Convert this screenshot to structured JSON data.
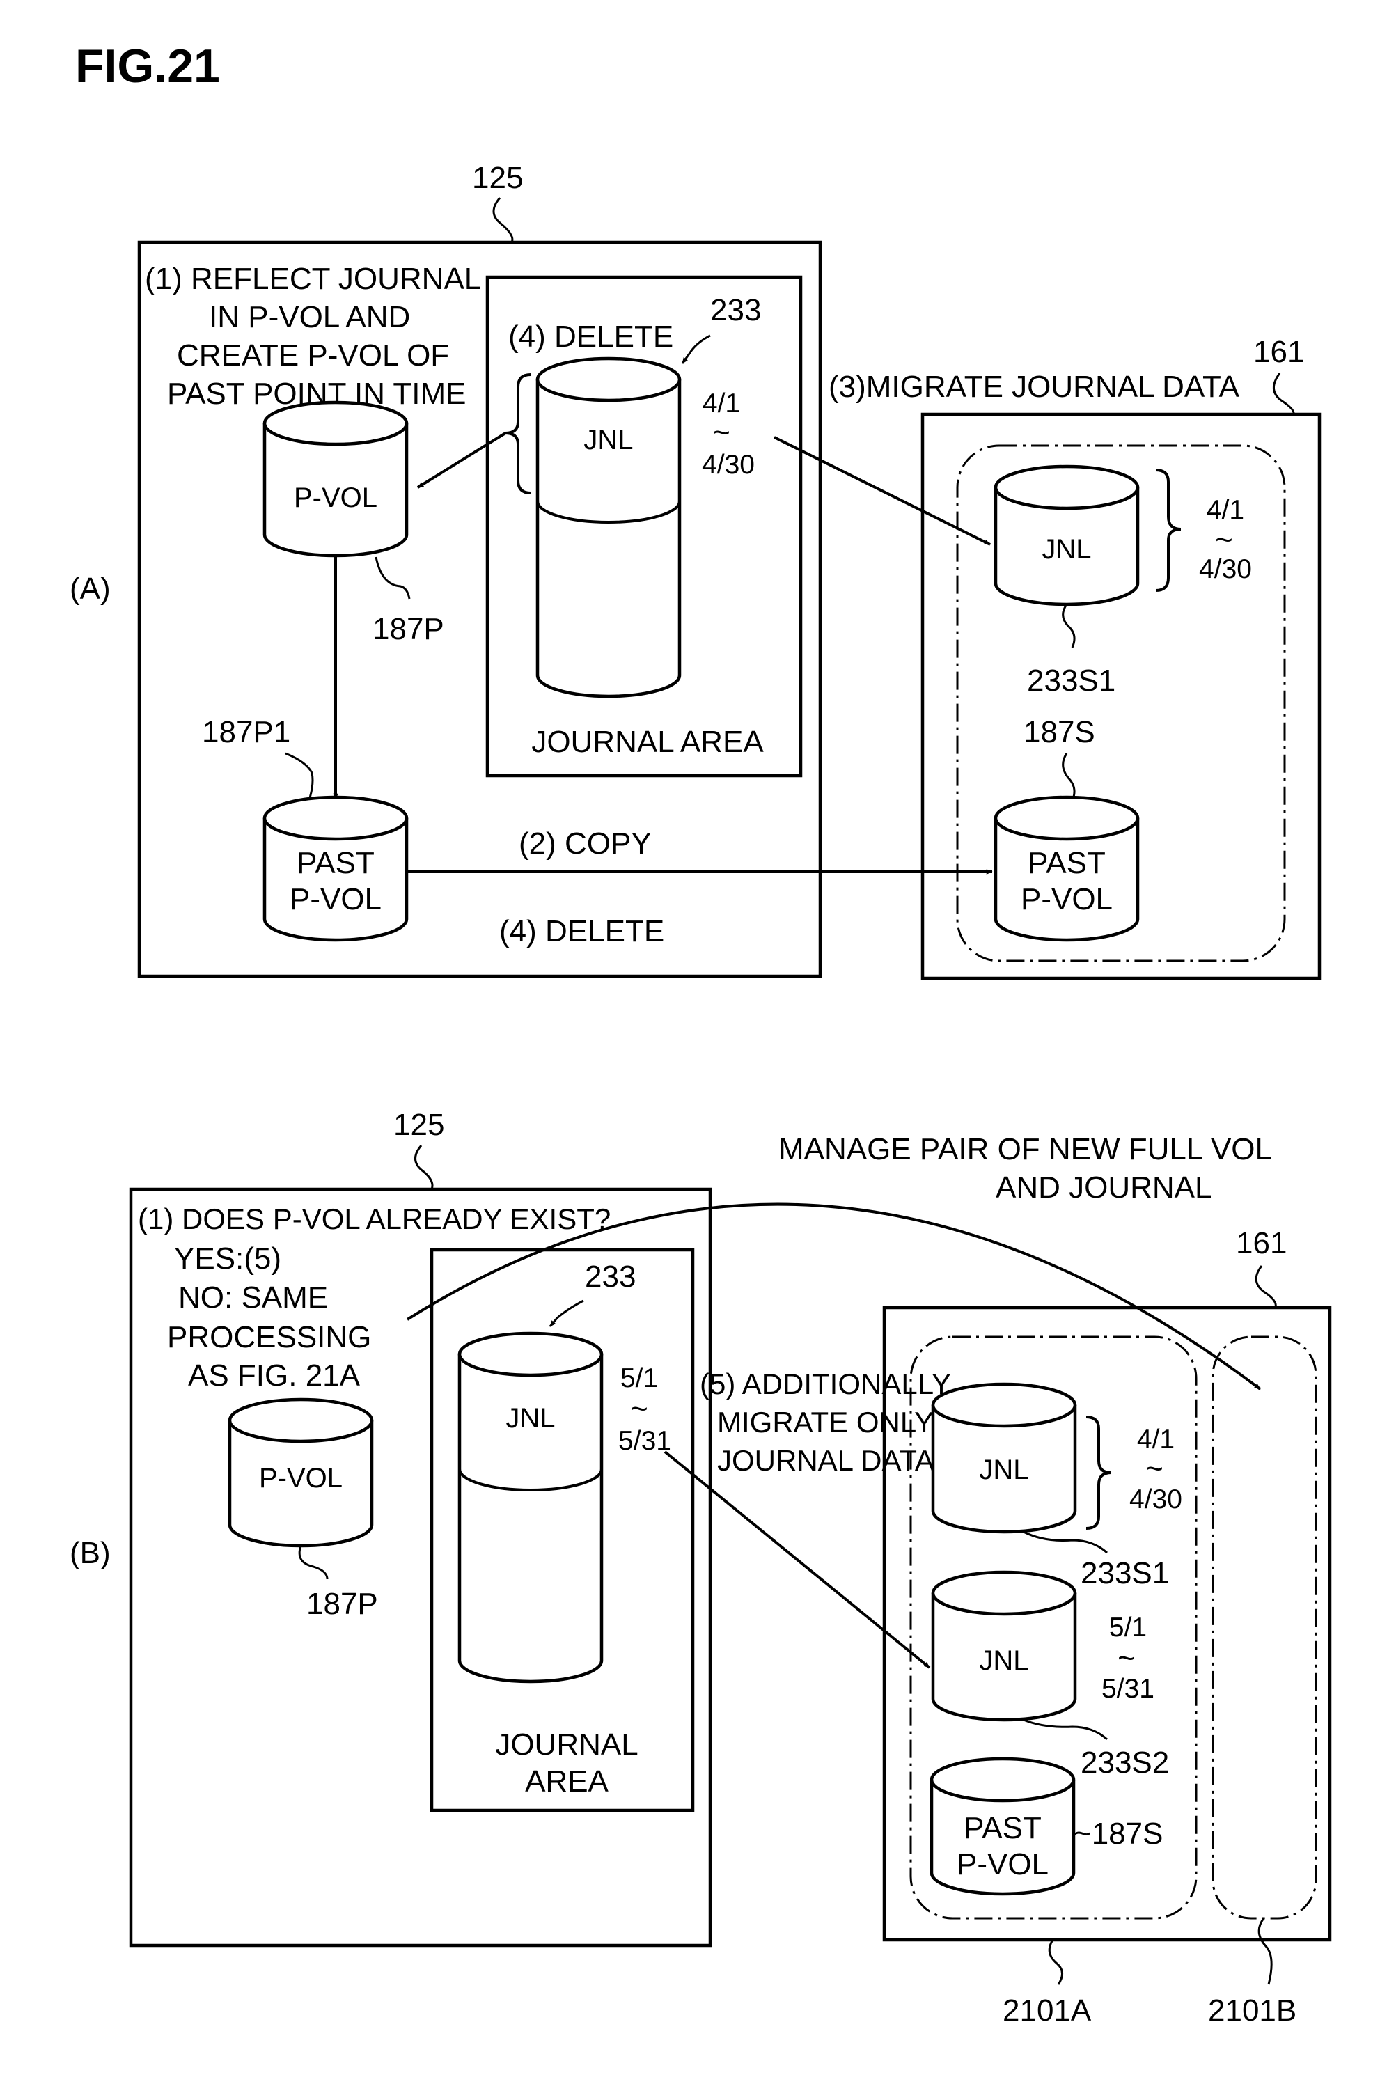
{
  "figure": {
    "title": "FIG.21"
  },
  "panel_a": {
    "panel_label": "(A)",
    "storage_ref": "125",
    "remote_ref": "161",
    "step1_lines": [
      "(1) REFLECT JOURNAL",
      "IN P-VOL AND",
      "CREATE P-VOL OF",
      "PAST POINT IN TIME"
    ],
    "step4_delete_journal": "(4) DELETE",
    "journal_ref": "233",
    "jnl_label": "JNL",
    "journal_area": "JOURNAL AREA",
    "date_range": {
      "from": "4/1",
      "tilde": "~",
      "to": "4/30"
    },
    "pvol_label": "P-VOL",
    "pvol_ref": "187P",
    "past_pvol_ref": "187P1",
    "past_pvol_lines": [
      "PAST",
      "P-VOL"
    ],
    "step2_copy": "(2) COPY",
    "step4_delete_past": "(4) DELETE",
    "step3_migrate": "(3)MIGRATE JOURNAL DATA",
    "remote_jnl_label": "JNL",
    "remote_date_range": {
      "from": "4/1",
      "tilde": "~",
      "to": "4/30"
    },
    "remote_jnl_ref": "233S1",
    "remote_past_ref": "187S",
    "remote_past_lines": [
      "PAST",
      "P-VOL"
    ]
  },
  "panel_b": {
    "panel_label": "(B)",
    "storage_ref": "125",
    "remote_ref": "161",
    "manage_lines": [
      "MANAGE PAIR OF NEW FULL VOL",
      "AND JOURNAL"
    ],
    "step1_lines": [
      "(1) DOES P-VOL ALREADY EXIST?",
      "YES:(5)",
      "NO: SAME",
      "PROCESSING",
      "AS FIG. 21A"
    ],
    "journal_ref": "233",
    "jnl_label": "JNL",
    "date_range": {
      "from": "5/1",
      "tilde": "~",
      "to": "5/31"
    },
    "journal_area_lines": [
      "JOURNAL",
      "AREA"
    ],
    "pvol_label": "P-VOL",
    "pvol_ref": "187P",
    "step5_lines": [
      "(5) ADDITIONALLY",
      "MIGRATE ONLY",
      "JOURNAL DATA"
    ],
    "remote_jnl1_label": "JNL",
    "remote_jnl1_range": {
      "from": "4/1",
      "tilde": "~",
      "to": "4/30"
    },
    "remote_jnl1_ref": "233S1",
    "remote_jnl2_label": "JNL",
    "remote_jnl2_range": {
      "from": "5/1",
      "tilde": "~",
      "to": "5/31"
    },
    "remote_jnl2_ref": "233S2",
    "remote_past_lines": [
      "PAST",
      "P-VOL"
    ],
    "remote_past_ref": "~187S",
    "group_a_ref": "2101A",
    "group_b_ref": "2101B"
  }
}
